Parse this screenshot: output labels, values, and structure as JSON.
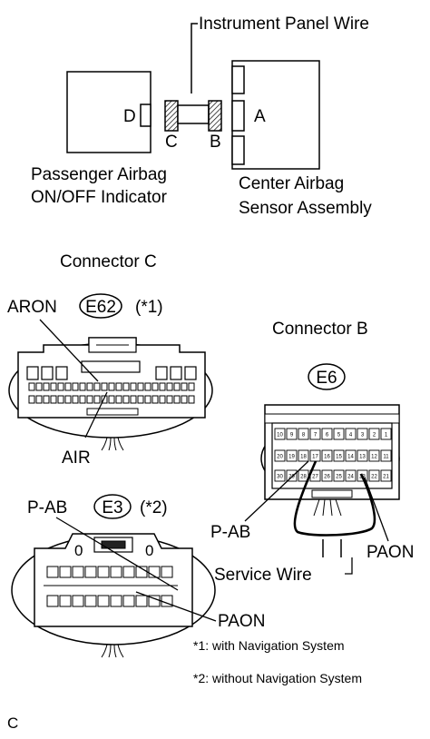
{
  "top": {
    "instrument_panel_wire": "Instrument Panel Wire",
    "label_d": "D",
    "label_c": "C",
    "label_b": "B",
    "label_a": "A",
    "passenger_line1": "Passenger Airbag",
    "passenger_line2": "ON/OFF Indicator",
    "center_line1": "Center Airbag",
    "center_line2": "Sensor Assembly"
  },
  "connector_c": {
    "title": "Connector C",
    "e62": "E62",
    "e62_note": "(*1)",
    "aron": "ARON",
    "air": "AIR",
    "e3": "E3",
    "e3_note": "(*2)",
    "pab": "P-AB",
    "paon": "PAON",
    "zero_left": "0",
    "zero_right": "0"
  },
  "connector_b": {
    "title": "Connector B",
    "e6": "E6",
    "pab": "P-AB",
    "paon": "PAON",
    "service_wire": "Service Wire",
    "row1": [
      "10",
      "9",
      "8",
      "7",
      "6",
      "5",
      "4",
      "3",
      "2",
      "1"
    ],
    "row2": [
      "20",
      "19",
      "18",
      "17",
      "16",
      "15",
      "14",
      "13",
      "12",
      "11"
    ],
    "row3": [
      "30",
      "29",
      "28",
      "27",
      "26",
      "25",
      "24",
      "23",
      "22",
      "21"
    ]
  },
  "notes": {
    "note1": "*1: with Navigation System",
    "note2": "*2: without Navigation System"
  },
  "footer": {
    "code": "C"
  }
}
